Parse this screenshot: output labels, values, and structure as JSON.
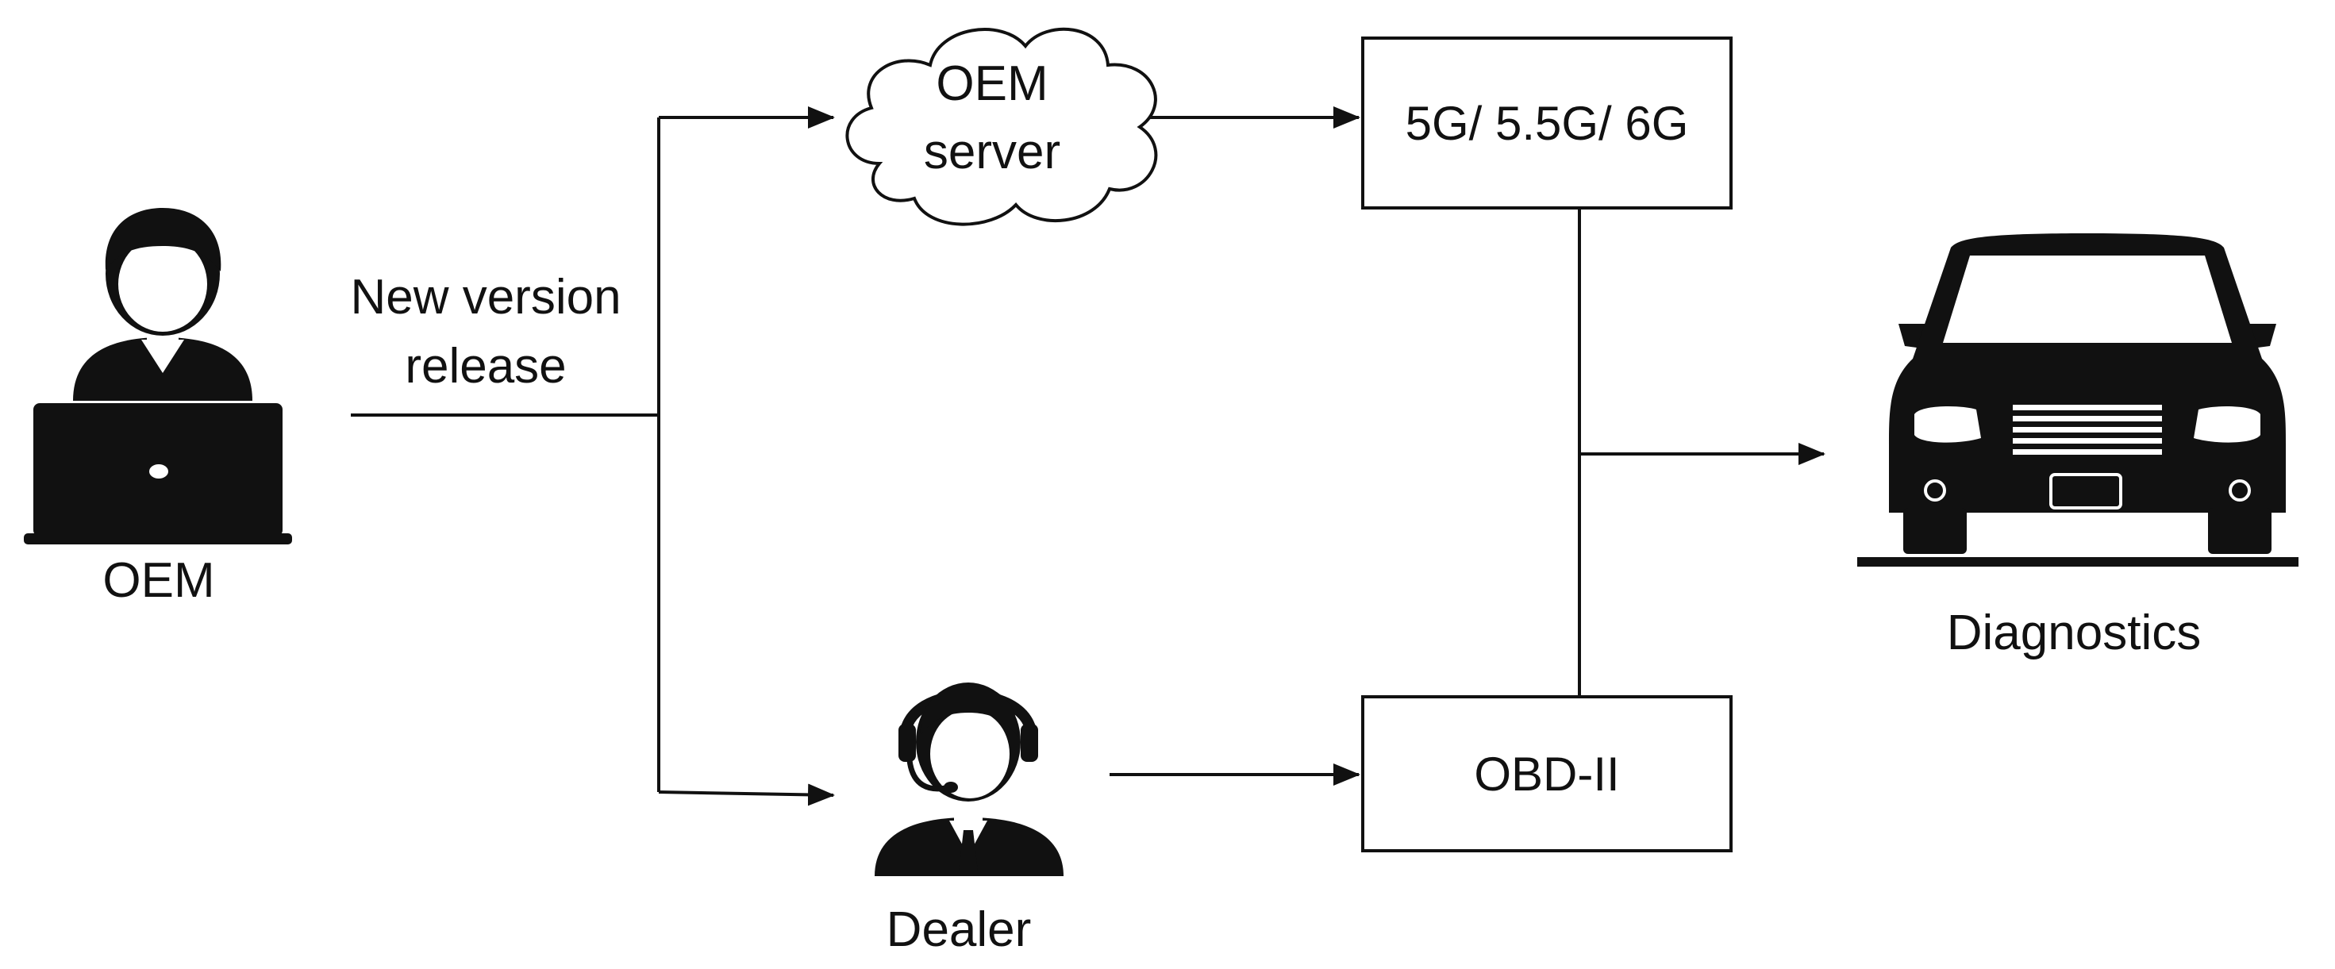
{
  "diagram": {
    "nodes": {
      "oem": {
        "label": "OEM",
        "icon": "person-laptop-icon"
      },
      "release": {
        "label_line1": "New version",
        "label_line2": "release"
      },
      "oem_server": {
        "label_line1": "OEM",
        "label_line2": "server",
        "icon": "cloud-icon"
      },
      "network": {
        "label": "5G/ 5.5G/ 6G"
      },
      "dealer": {
        "label": "Dealer",
        "icon": "headset-person-icon"
      },
      "obd": {
        "label": "OBD-II"
      },
      "diagnostics": {
        "label": "Diagnostics",
        "icon": "car-front-icon"
      }
    },
    "edges": [
      {
        "from": "oem",
        "to": "oem_server",
        "label": "New version release"
      },
      {
        "from": "oem",
        "to": "dealer",
        "label": "New version release"
      },
      {
        "from": "oem_server",
        "to": "network"
      },
      {
        "from": "dealer",
        "to": "obd"
      },
      {
        "from": "network",
        "to": "diagnostics"
      },
      {
        "from": "obd",
        "to": "diagnostics"
      }
    ],
    "colors": {
      "ink": "#111111",
      "background": "#ffffff"
    }
  }
}
